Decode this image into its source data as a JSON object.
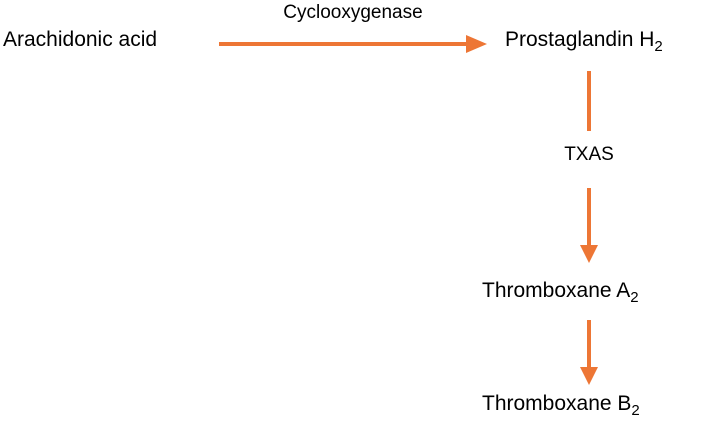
{
  "diagram": {
    "colors": {
      "arrow": "#ED7635",
      "text": "#000000",
      "background": "#FFFFFF"
    },
    "nodes": {
      "arachidonic_acid": {
        "label": "Arachidonic acid"
      },
      "prostaglandin_h2": {
        "base": "Prostaglandin H",
        "subscript": "2"
      },
      "thromboxane_a2": {
        "base": "Thromboxane A",
        "subscript": "2"
      },
      "thromboxane_b2": {
        "base": "Thromboxane B",
        "subscript": "2"
      }
    },
    "enzymes": {
      "cyclooxygenase": {
        "label": "Cyclooxygenase"
      },
      "txas": {
        "label": "TXAS"
      }
    }
  }
}
